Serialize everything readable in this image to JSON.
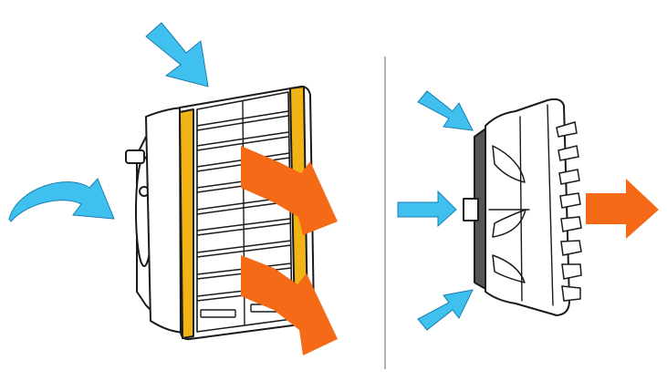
{
  "diagram": {
    "left_view": {
      "device": "heater-front-view",
      "inflow_arrows": [
        "top-inflow",
        "left-inflow"
      ],
      "outflow_arrows": [
        "upper-outflow",
        "lower-outflow"
      ]
    },
    "right_view": {
      "device": "heater-side-view",
      "inflow_arrows": [
        "top-inflow",
        "middle-inflow",
        "bottom-inflow"
      ],
      "outflow_arrows": [
        "outflow"
      ]
    },
    "colors": {
      "inflow_arrow": "#3fc0ef",
      "outflow_arrow": "#f46a17",
      "frame_accent": "#f2b315",
      "outline": "#1a1a1a",
      "divider": "#9a9a9a"
    }
  }
}
